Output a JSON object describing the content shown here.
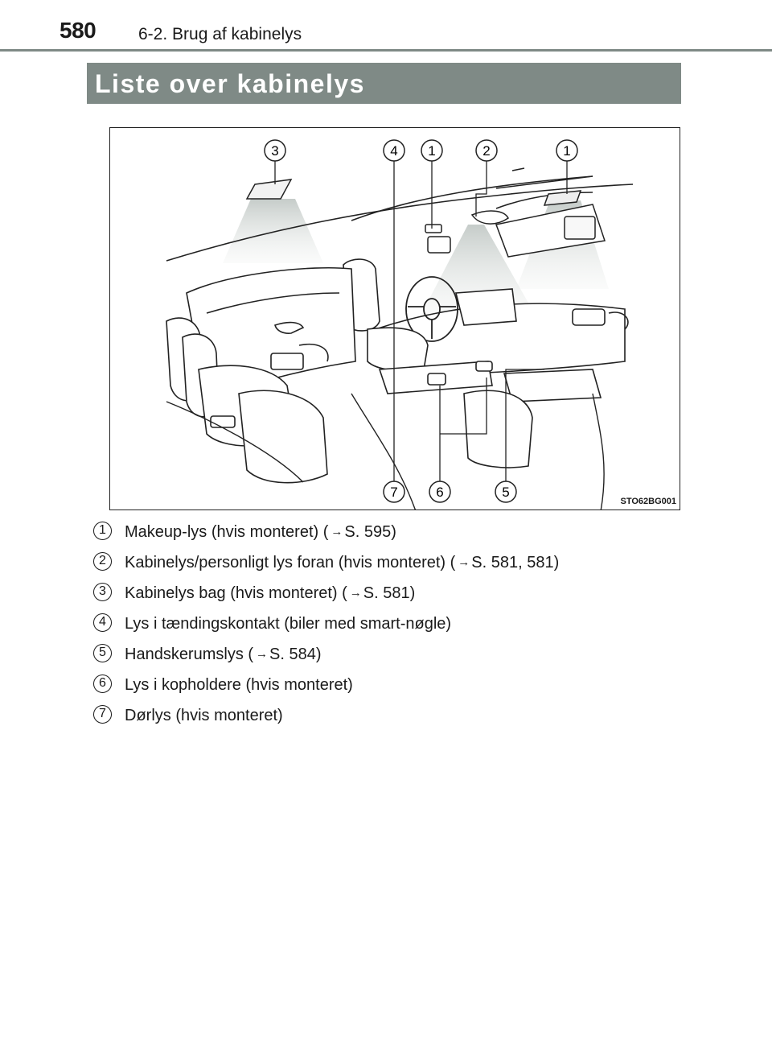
{
  "header": {
    "page_number": "580",
    "section": "6-2. Brug af kabinelys"
  },
  "title": "Liste over kabinelys",
  "illustration": {
    "code": "STO62BG001",
    "callouts_top": [
      "3",
      "4",
      "1",
      "2",
      "1"
    ],
    "callouts_bottom": [
      "7",
      "6",
      "5"
    ]
  },
  "legend": [
    {
      "num": "1",
      "text_before": "Makeup-lys (hvis monteret) (",
      "arrow": "→",
      "text_after": "S. 595)"
    },
    {
      "num": "2",
      "text_before": "Kabinelys/personligt lys foran (hvis monteret) (",
      "arrow": "→",
      "text_after": "S. 581, 581)"
    },
    {
      "num": "3",
      "text_before": "Kabinelys bag (hvis monteret) (",
      "arrow": "→",
      "text_after": "S. 581)"
    },
    {
      "num": "4",
      "text_before": "Lys i tændingskontakt (biler med smart-nøgle)",
      "arrow": "",
      "text_after": ""
    },
    {
      "num": "5",
      "text_before": "Handskerumslys (",
      "arrow": "→",
      "text_after": "S. 584)"
    },
    {
      "num": "6",
      "text_before": "Lys i kopholdere (hvis monteret)",
      "arrow": "",
      "text_after": ""
    },
    {
      "num": "7",
      "text_before": "Dørlys (hvis monteret)",
      "arrow": "",
      "text_after": ""
    }
  ]
}
